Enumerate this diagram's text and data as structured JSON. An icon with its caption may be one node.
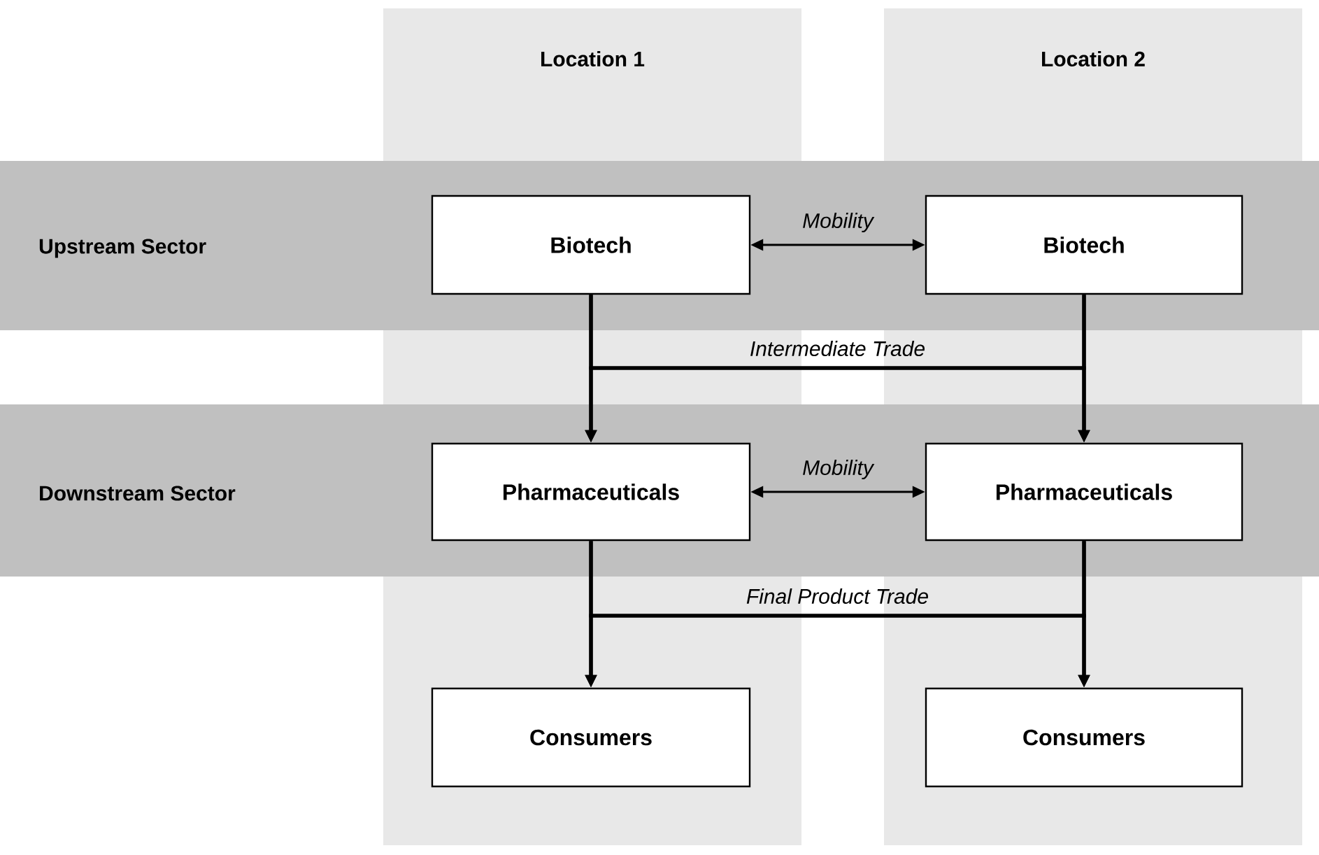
{
  "diagram": {
    "nodes": [
      {
        "text": [
          "Location 1"
        ]
      },
      {
        "text": [
          "Location 2"
        ]
      },
      {
        "text": [
          "Biotech"
        ],
        "in": 0
      },
      {
        "text": [
          "Biotech"
        ],
        "in": 1
      },
      {
        "text": [
          "Pharmaceuticals"
        ],
        "in": 0
      },
      {
        "text": [
          "Pharmaceuticals"
        ],
        "in": 1
      },
      {
        "text": [
          "Consumers"
        ],
        "in": 0
      },
      {
        "text": [
          "Consumers"
        ],
        "in": 1
      }
    ],
    "edges": [
      {
        "from": 2,
        "to": 3,
        "arrow": "both",
        "label": "Mobility"
      },
      {
        "from": 2,
        "to": 4,
        "arrow": "to"
      },
      {
        "from": 2,
        "to": 5,
        "arrow": "to",
        "label": "Intermediate Trade"
      },
      {
        "from": 3,
        "to": 4,
        "arrow": "to"
      },
      {
        "from": 3,
        "to": 5,
        "arrow": "to"
      },
      {
        "from": 4,
        "to": 5,
        "arrow": "both",
        "label": "Mobility"
      },
      {
        "from": 4,
        "to": 6,
        "arrow": "to"
      },
      {
        "from": 4,
        "to": 7,
        "arrow": "to",
        "label": "Final Product Trade"
      },
      {
        "from": 5,
        "to": 6,
        "arrow": "to"
      },
      {
        "from": 5,
        "to": 7,
        "arrow": "to"
      }
    ],
    "labels": [
      "Upstream Sector",
      "Downstream Sector"
    ]
  }
}
